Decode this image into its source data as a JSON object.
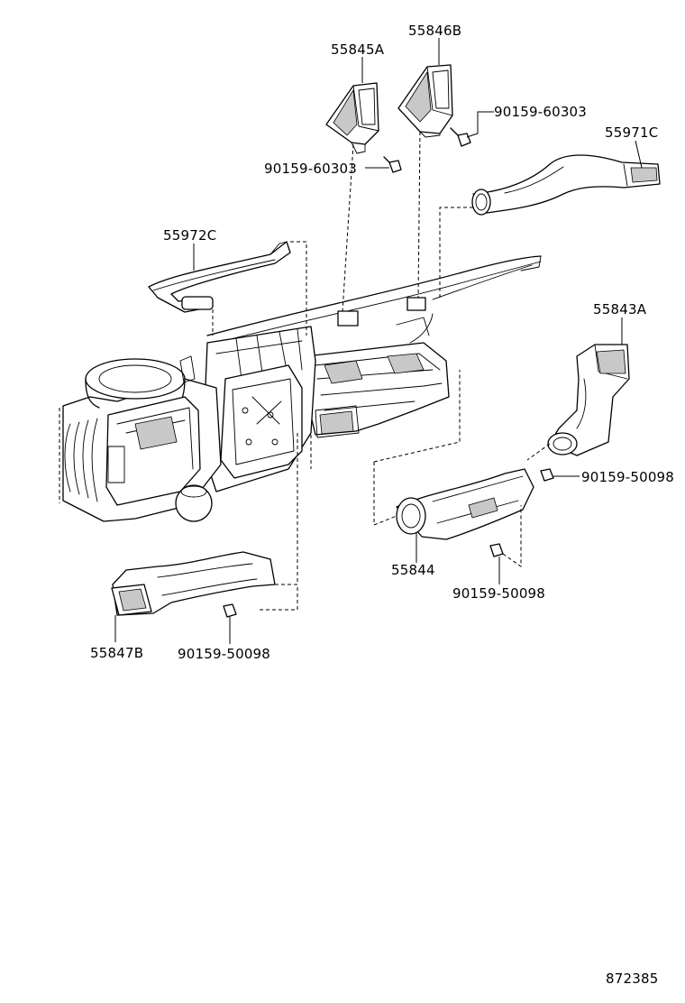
{
  "diagram": {
    "labels": {
      "p55845a": "55845A",
      "p55846b": "55846B",
      "p90159_60303_right": "90159-60303",
      "p90159_60303_left": "90159-60303",
      "p55971c": "55971C",
      "p55972c": "55972C",
      "p55843a": "55843A",
      "p90159_50098_right": "90159-50098",
      "p55844": "55844",
      "p90159_50098_mid": "90159-50098",
      "p55847b": "55847B",
      "p90159_50098_left": "90159-50098",
      "figure_number": "872385"
    }
  }
}
